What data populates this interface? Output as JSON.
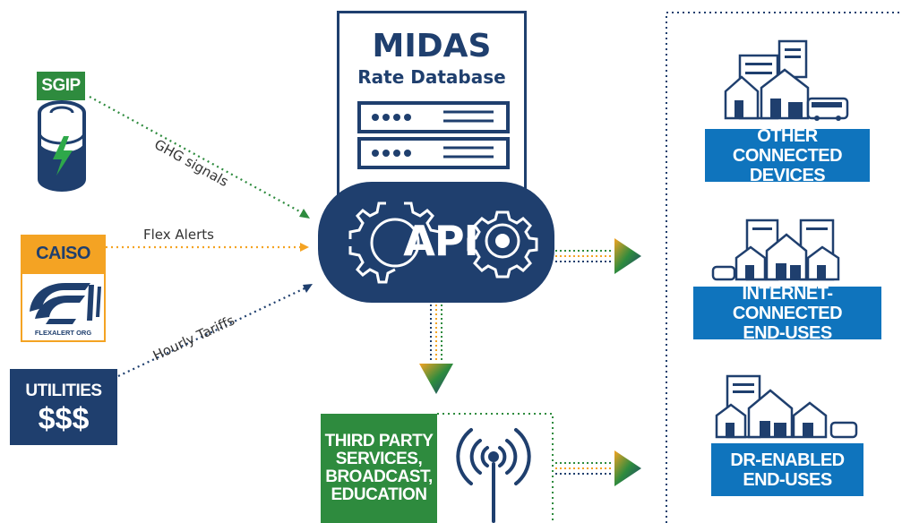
{
  "sources": {
    "sgip": {
      "label": "SGIP",
      "signal": "GHG signals"
    },
    "caiso": {
      "label": "CAISO",
      "logo_text": "FLEXALERT ORG",
      "signal": "Flex Alerts"
    },
    "utilities": {
      "label": "UTILITIES",
      "symbol": "$$$",
      "signal": "Hourly Tariffs"
    }
  },
  "database": {
    "title": "MIDAS",
    "subtitle": "Rate Database",
    "api_label": "API"
  },
  "third_party": {
    "label_lines": [
      "THIRD PARTY",
      "SERVICES,",
      "BROADCAST,",
      "EDUCATION"
    ]
  },
  "endpoints": [
    {
      "lines": [
        "OTHER CONNECTED",
        "DEVICES"
      ]
    },
    {
      "lines": [
        "INTERNET-CONNECTED",
        "END-USES"
      ]
    },
    {
      "lines": [
        "DR-ENABLED",
        "END-USES"
      ]
    }
  ],
  "colors": {
    "navy": "#1f3f6e",
    "green": "#2e8b3e",
    "blue": "#0f74bd",
    "orange": "#f4a323",
    "line_green": "#2e8b3e",
    "line_navy": "#1f3f6e"
  }
}
